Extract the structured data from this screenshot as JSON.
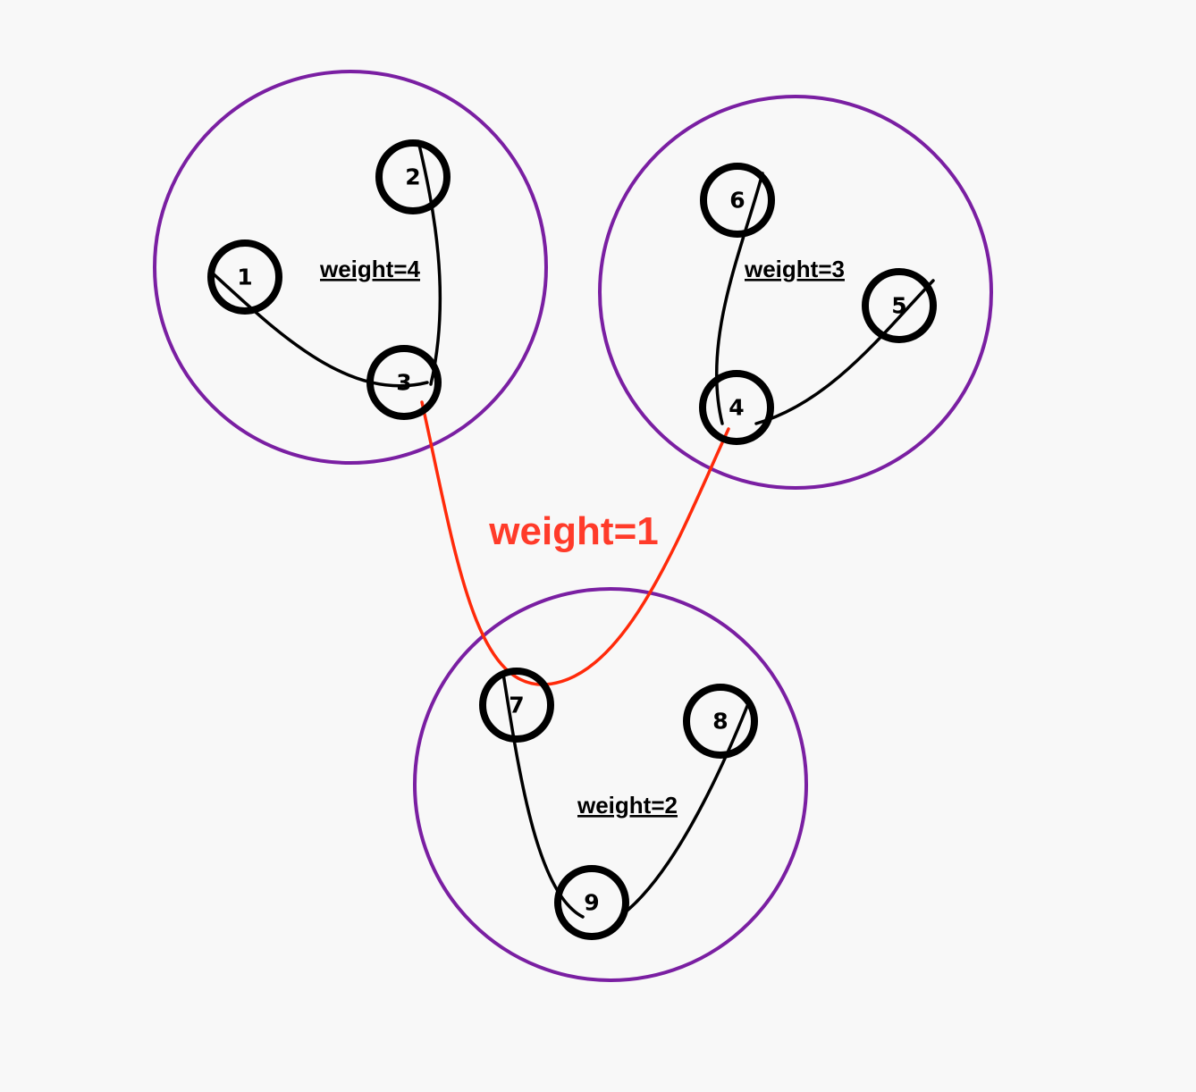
{
  "diagram": {
    "clusters": [
      {
        "id": "cluster-a",
        "weight_label": "weight=4"
      },
      {
        "id": "cluster-b",
        "weight_label": "weight=3"
      },
      {
        "id": "cluster-c",
        "weight_label": "weight=2"
      }
    ],
    "nodes": [
      {
        "id": "1",
        "label": "1"
      },
      {
        "id": "2",
        "label": "2"
      },
      {
        "id": "3",
        "label": "3"
      },
      {
        "id": "4",
        "label": "4"
      },
      {
        "id": "5",
        "label": "5"
      },
      {
        "id": "6",
        "label": "6"
      },
      {
        "id": "7",
        "label": "7"
      },
      {
        "id": "8",
        "label": "8"
      },
      {
        "id": "9",
        "label": "9"
      }
    ],
    "edges": [
      {
        "from": "1",
        "to": "3"
      },
      {
        "from": "2",
        "to": "3"
      },
      {
        "from": "6",
        "to": "4"
      },
      {
        "from": "5",
        "to": "4"
      },
      {
        "from": "7",
        "to": "9"
      },
      {
        "from": "8",
        "to": "9"
      }
    ],
    "bridge": {
      "from": "3",
      "via": "7",
      "to": "4",
      "label": "weight=1"
    },
    "colors": {
      "background": "#f8f8f8",
      "cluster_ring": "#7a1fa2",
      "edge": "#000000",
      "bridge": "#ff2a0a",
      "bridge_label": "#ff3b2a"
    }
  }
}
